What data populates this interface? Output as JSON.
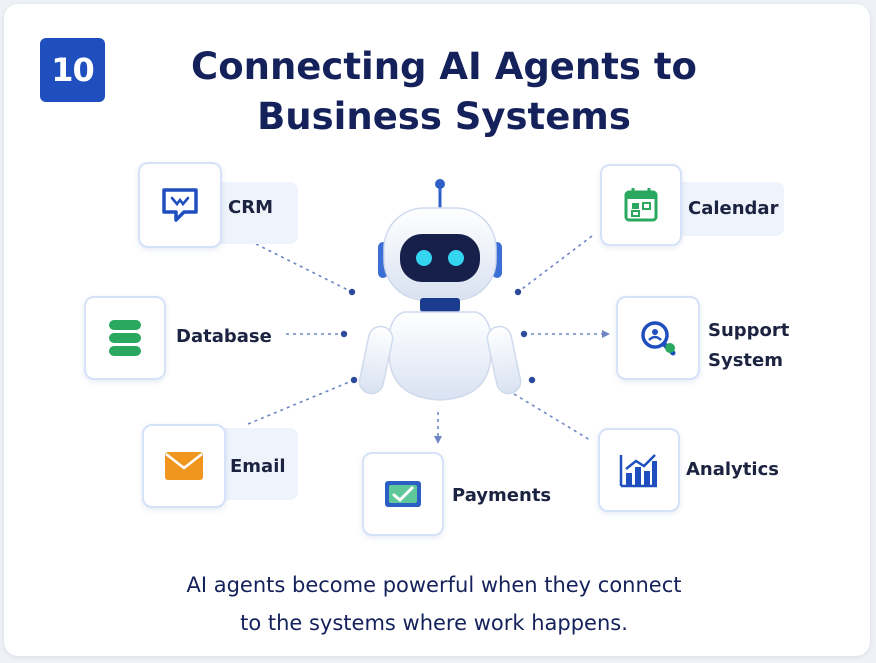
{
  "badge": "10",
  "title_line1": "Connecting AI Agents to",
  "title_line2": "Business Systems",
  "nodes": {
    "crm": "CRM",
    "calendar": "Calendar",
    "database": "Database",
    "support_line1": "Support",
    "support_line2": "System",
    "email": "Email",
    "payments": "Payments",
    "analytics": "Analytics"
  },
  "caption_line1": "AI agents become powerful when they connect",
  "caption_line2": "to the systems where work happens.",
  "icons": {
    "crm": "chat-bubble-icon",
    "calendar": "calendar-icon",
    "database": "database-icon",
    "support": "support-search-icon",
    "email": "envelope-icon",
    "payments": "payment-icon",
    "analytics": "bar-chart-icon",
    "center": "robot-icon"
  },
  "colors": {
    "brand_blue": "#1f4fbf",
    "title_navy": "#14215a",
    "green": "#2aa860",
    "orange": "#f0961e",
    "robot_eye": "#35d4f0"
  }
}
